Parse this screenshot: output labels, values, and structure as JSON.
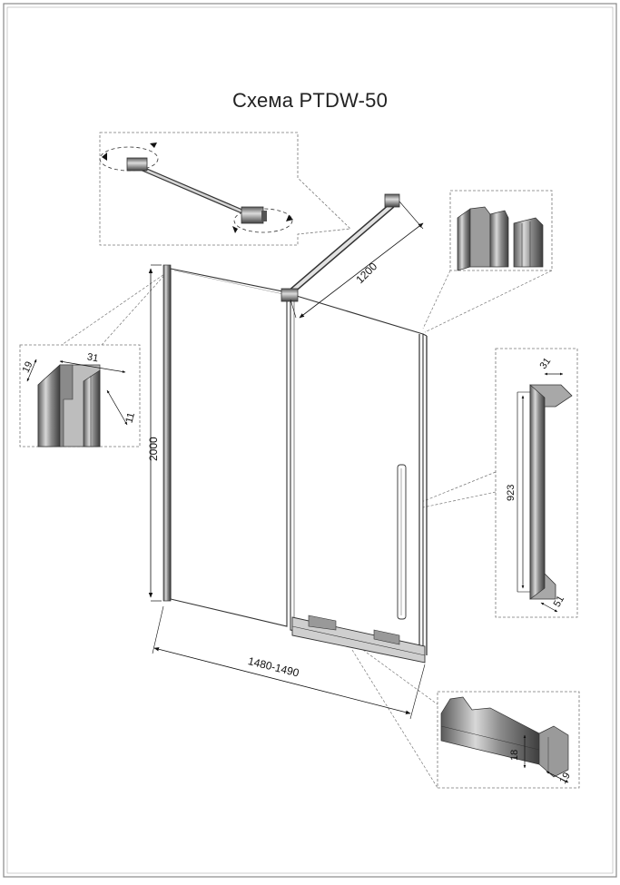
{
  "title": "Схема PTDW-50",
  "dimensions": {
    "stabilizer_length": "1200",
    "height": "2000",
    "width": "1480-1490",
    "wall_profile_depth": "19",
    "wall_profile_width": "31",
    "wall_profile_gap": "11",
    "handle_length": "923",
    "handle_top": "31",
    "handle_bottom": "51",
    "bottom_rail_height": "18",
    "bottom_rail_width": "19"
  },
  "colors": {
    "line": "#333333",
    "dash": "#777777",
    "metal": "#9a9a9a",
    "metal_dark": "#4a4a4a"
  }
}
